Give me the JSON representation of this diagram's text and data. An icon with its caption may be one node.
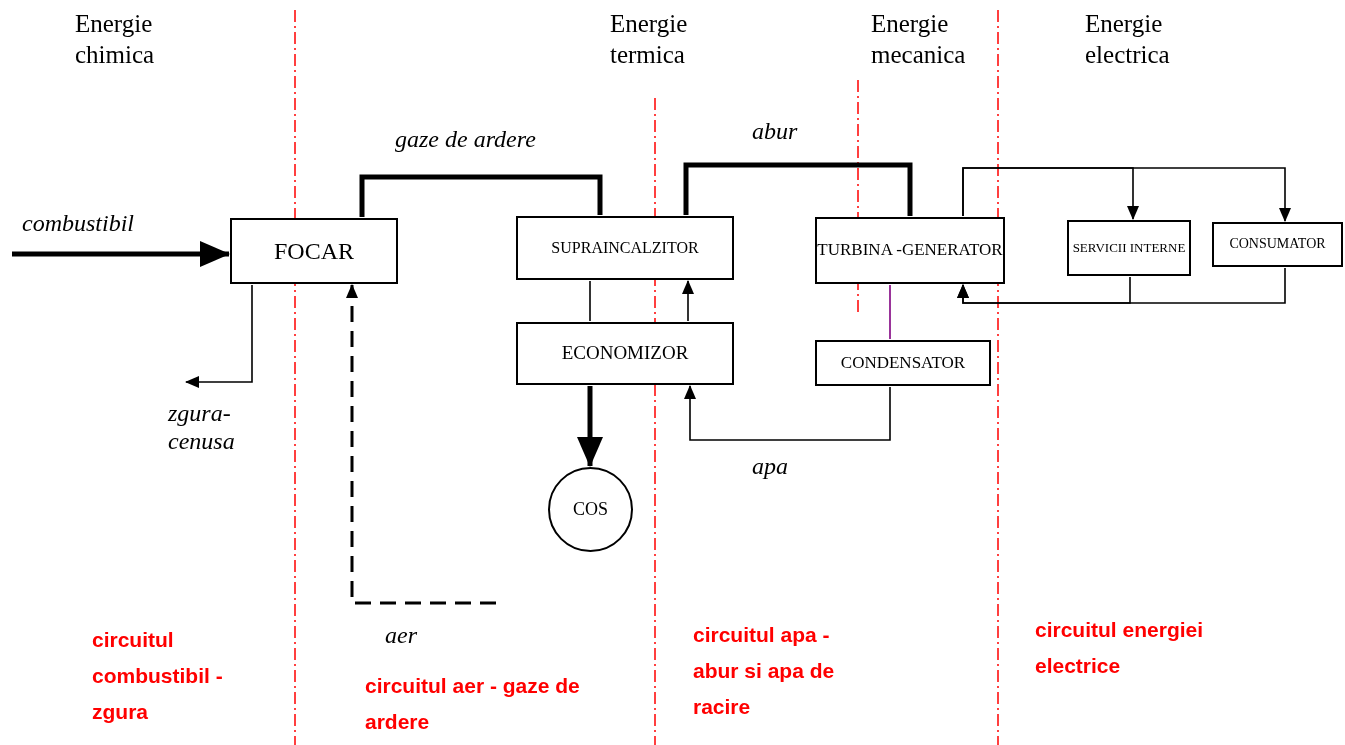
{
  "diagram": {
    "nodes": [
      {
        "text": [
          "FOCAR"
        ]
      },
      {
        "text": [
          "SUPRAINCALZITOR"
        ]
      },
      {
        "text": [
          "ECONOMIZOR"
        ]
      },
      {
        "text": [
          "COS"
        ]
      },
      {
        "text": [
          "TURBINA -GENERATOR"
        ]
      },
      {
        "text": [
          "CONDENSATOR"
        ]
      },
      {
        "text": [
          "SERVICII INTERNE"
        ]
      },
      {
        "text": [
          "CONSUMATOR"
        ]
      }
    ],
    "edges": [
      {
        "from": null,
        "to": 0,
        "arrow": "to",
        "label": "combustibil",
        "style": "thick"
      },
      {
        "from": 0,
        "to": null,
        "arrow": "to",
        "label": "zgura- cenusa"
      },
      {
        "from": null,
        "to": 0,
        "arrow": "to",
        "label": "aer",
        "style": "dashed"
      },
      {
        "from": 0,
        "to": 1,
        "arrow": "none",
        "label": "gaze de ardere",
        "style": "thick"
      },
      {
        "from": 1,
        "to": 2,
        "arrow": "none"
      },
      {
        "from": 2,
        "to": 3,
        "arrow": "to",
        "style": "thick"
      },
      {
        "from": 2,
        "to": 1,
        "arrow": "to"
      },
      {
        "from": 1,
        "to": 4,
        "arrow": "none",
        "label": "abur",
        "style": "thick"
      },
      {
        "from": 4,
        "to": 5,
        "arrow": "none",
        "color": "#800080"
      },
      {
        "from": 5,
        "to": 2,
        "arrow": "to",
        "label": "apa"
      },
      {
        "from": 4,
        "to": 6,
        "arrow": "to"
      },
      {
        "from": 4,
        "to": 7,
        "arrow": "to"
      },
      {
        "from": 6,
        "to": 4,
        "arrow": "to"
      },
      {
        "from": 7,
        "to": 4,
        "arrow": "to"
      }
    ],
    "labels": [
      "Energie chimica",
      "Energie termica",
      "Energie mecanica",
      "Energie electrica",
      "circuitul combustibil - zgura",
      "circuitul aer - gaze de ardere",
      "circuitul apa - abur si apa de racire",
      "circuitul energiei electrice"
    ]
  }
}
